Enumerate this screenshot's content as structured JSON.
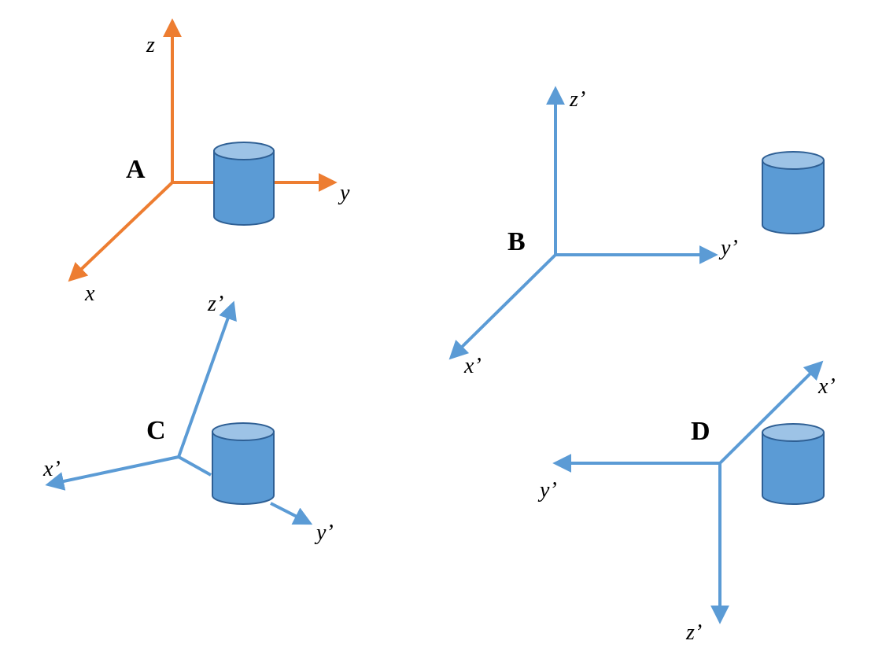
{
  "colors": {
    "frame_a": "#ed7d31",
    "frame_prime": "#5b9bd5",
    "cylinder_fill": "#5b9bd5",
    "cylinder_top": "#9dc3e6",
    "cylinder_stroke": "#2e5f94"
  },
  "panels": [
    {
      "label": "A",
      "axes": {
        "x": "x",
        "y": "y",
        "z": "z"
      }
    },
    {
      "label": "B",
      "axes": {
        "x": "x’",
        "y": "y’",
        "z": "z’"
      }
    },
    {
      "label": "C",
      "axes": {
        "x": "x’",
        "y": "y’",
        "z": "z’"
      }
    },
    {
      "label": "D",
      "axes": {
        "x": "x’",
        "y": "y’",
        "z": "z’"
      }
    }
  ]
}
